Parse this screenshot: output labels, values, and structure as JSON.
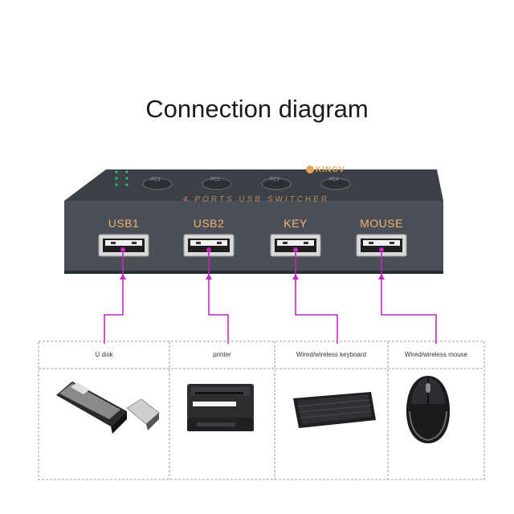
{
  "title": "Connection diagram",
  "device": {
    "brand": "KINGV",
    "banner": "4 PORTS USB SWITCHER",
    "buttons": [
      "PC1",
      "PC2",
      "PC3",
      "PC4"
    ],
    "ports": [
      "USB1",
      "USB2",
      "KEY",
      "MOUSE"
    ]
  },
  "devices": [
    "U disk",
    "printer",
    "Wired/wireless keyboard",
    "Wired/wireless mouse"
  ],
  "colors": {
    "connector": "#c624c6",
    "body": "#4b5057",
    "label": "#f0b37a"
  }
}
